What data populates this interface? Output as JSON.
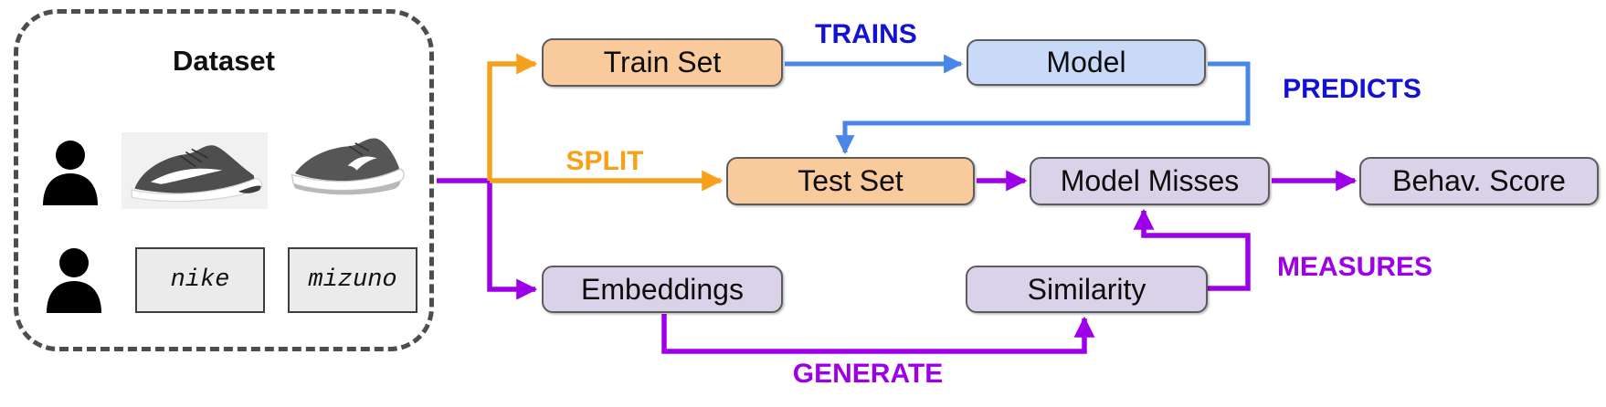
{
  "dataset_panel": {
    "title": "Dataset",
    "rows": [
      {
        "icon": "person-icon",
        "images": [
          "nike-shoe-image",
          "mizuno-shoe-image"
        ]
      },
      {
        "icon": "person-icon",
        "text_items": [
          {
            "label": "nike"
          },
          {
            "label": "mizuno"
          }
        ]
      }
    ],
    "text_items": [
      {
        "label": "nike"
      },
      {
        "label": "mizuno"
      }
    ]
  },
  "nodes": {
    "train_set": {
      "label": "Train Set",
      "fill": "#f9cb9c"
    },
    "model": {
      "label": "Model",
      "fill": "#c9daf8"
    },
    "test_set": {
      "label": "Test Set",
      "fill": "#f9cb9c"
    },
    "model_misses": {
      "label": "Model Misses",
      "fill": "#d9d2e9"
    },
    "behav_score": {
      "label": "Behav. Score",
      "fill": "#d9d2e9"
    },
    "embeddings": {
      "label": "Embeddings",
      "fill": "#d9d2e9"
    },
    "similarity": {
      "label": "Similarity",
      "fill": "#d9d2e9"
    }
  },
  "edge_labels": {
    "trains": "TRAINS",
    "predicts": "PREDICTS",
    "split": "SPLIT",
    "generate": "GENERATE",
    "measures": "MEASURES"
  },
  "edges": [
    {
      "from": "dataset",
      "to": "train_set",
      "color": "orange",
      "label": "SPLIT"
    },
    {
      "from": "dataset",
      "to": "test_set",
      "color": "orange",
      "label": "SPLIT"
    },
    {
      "from": "dataset",
      "to": "embeddings",
      "color": "purple"
    },
    {
      "from": "train_set",
      "to": "model",
      "color": "blue",
      "label": "TRAINS"
    },
    {
      "from": "model",
      "to": "test_set",
      "color": "blue",
      "label": "PREDICTS"
    },
    {
      "from": "test_set",
      "to": "model_misses",
      "color": "purple"
    },
    {
      "from": "model_misses",
      "to": "behav_score",
      "color": "purple"
    },
    {
      "from": "embeddings",
      "to": "similarity",
      "color": "purple",
      "label": "GENERATE"
    },
    {
      "from": "similarity",
      "to": "model_misses",
      "color": "purple",
      "label": "MEASURES"
    }
  ],
  "colors": {
    "orange_node_fill": "#f9cb9c",
    "blue_node_fill": "#c9daf8",
    "lavender_node_fill": "#d9d2e9",
    "node_border": "#5c5c5c",
    "orange_arrow": "#f6a11c",
    "blue_arrow": "#4a86e8",
    "purple_arrow": "#9d00e8",
    "blue_label_text": "#1212cf",
    "dataset_dashed_border": "#4d4d4d"
  },
  "icons": {
    "person_icon": "black person silhouette",
    "nike_shoe_image": "gray Nike running shoe photo",
    "mizuno_shoe_image": "gray Mizuno running shoe photo"
  }
}
